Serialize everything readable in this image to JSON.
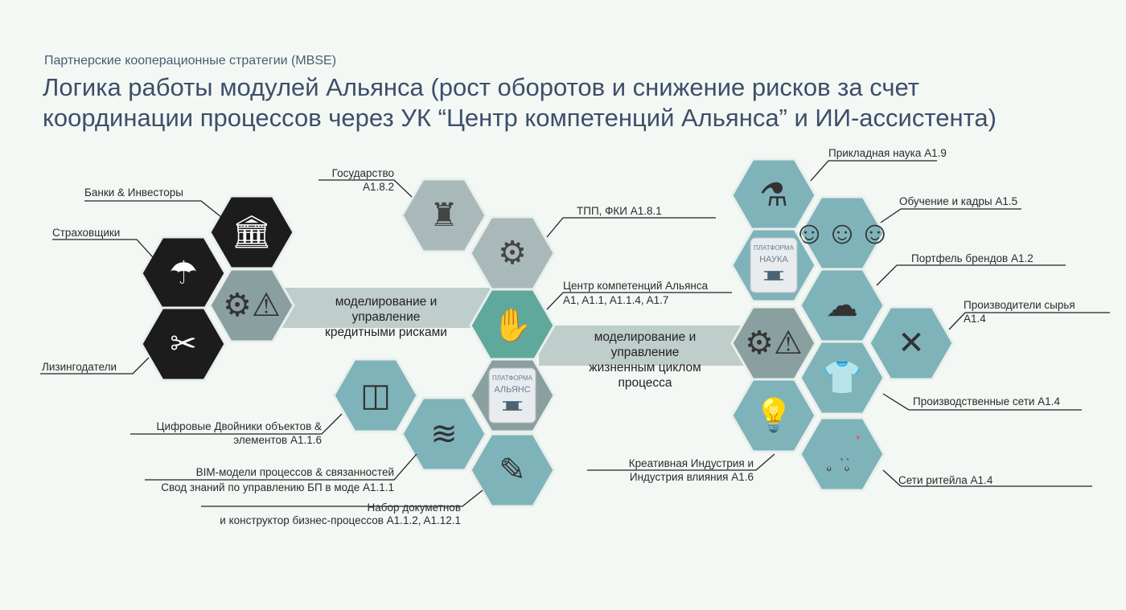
{
  "header": {
    "subtitle": "Партнерские кооперационные стратегии (MBSE)",
    "title_line1": "Логика работы модулей Альянса (рост оборотов и снижение рисков за счет",
    "title_line2": "координации процессов через УК “Центр компетенций Альянса” и ИИ-ассистента)"
  },
  "bands": {
    "credit": [
      "моделирование и",
      "управление",
      "кредитными рисками"
    ],
    "lifecycle": [
      "моделирование и",
      "управление",
      "жизненным циклом",
      "процесса"
    ]
  },
  "labels": {
    "banks": "Банки & Инвесторы",
    "insurers": "Страховщики",
    "leasing": "Лизингодатели",
    "gov": [
      "Государство",
      "A1.8.2"
    ],
    "tpp": "ТПП, ФКИ A1.8.1",
    "center": [
      "Центр компетенций Альянса",
      "A1, A1.1, A1.1.4, A1.7"
    ],
    "twins": [
      "Цифровые Двойники объектов &",
      "элементов A1.1.6"
    ],
    "bim": [
      "BIM-модели процессов & связанностей",
      "Свод знаний по управлению БП в моде A1.1.1"
    ],
    "docs": [
      "Набор докуметнов",
      "и конструктор бизнес-процессов  A1.1.2, A1.12.1"
    ],
    "science": "Прикладная наука A1.9",
    "training": "Обучение и кадры A1.5",
    "brands": "Портфель брендов A1.2",
    "raw": [
      "Производители сырья",
      "A1.4"
    ],
    "production": "Производственные сети A1.4",
    "creative": [
      "Креативная Индустрия и",
      "Индустрия влияния A1.6"
    ],
    "retail": "Сети ритейла A1.4"
  },
  "platforms": {
    "alliance": [
      "ПЛАТФОРМА",
      "АЛЬЯНС"
    ],
    "science": [
      "ПЛАТФОРМА",
      "НАУКА"
    ]
  },
  "colors": {
    "black": "#1c1c1c",
    "teal": "#7fb3ba",
    "gray": "#a9b8b8",
    "center": "#5fa89c",
    "dark": "#8a9f9f",
    "band": "#bfcdcb"
  }
}
